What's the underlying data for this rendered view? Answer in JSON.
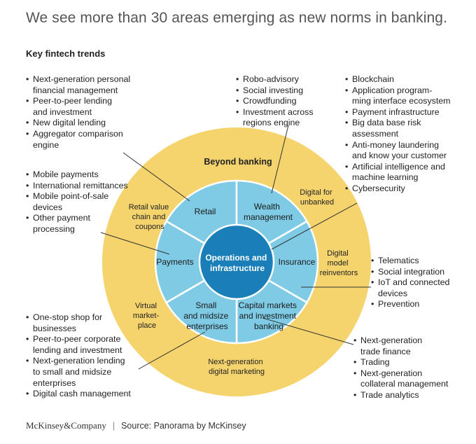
{
  "title": "We see more than 30 areas emerging as new norms in banking.",
  "subtitle": "Key fintech trends",
  "colors": {
    "outer_ring": "#f5d36d",
    "segments": "#7fcbe5",
    "center": "#1a7fb9",
    "lines": "#333333",
    "text": "#222222"
  },
  "diagram": {
    "outer_ring_label": "Beyond banking",
    "center": {
      "line1": "Operations and",
      "line2": "infrastructure"
    },
    "segments": {
      "retail": {
        "line1": "Retail"
      },
      "wealth": {
        "line1": "Wealth",
        "line2": "management"
      },
      "insurance": {
        "line1": "Insurance"
      },
      "capital": {
        "line1": "Capital markets",
        "line2": "and investment",
        "line3": "banking"
      },
      "sme": {
        "line1": "Small",
        "line2": "and midsize",
        "line3": "enterprises"
      },
      "payments": {
        "line1": "Payments"
      }
    },
    "ring_labels": {
      "retail_value": {
        "line1": "Retail value",
        "line2": "chain and",
        "line3": "coupons"
      },
      "digital_unbanked": {
        "line1": "Digital for",
        "line2": "unbanked"
      },
      "digital_model": {
        "line1": "Digital",
        "line2": "model",
        "line3": "reinventors"
      },
      "virtual_marketplace": {
        "line1": "Virtual",
        "line2": "market-",
        "line3": "place"
      },
      "next_gen_marketing": {
        "line1": "Next-generation",
        "line2": "digital marketing"
      }
    }
  },
  "lists": {
    "retail": [
      "Next-generation personal\nfinancial management",
      "Peer-to-peer lending\nand investment",
      "New digital lending",
      "Aggregator comparison\nengine"
    ],
    "wealth": [
      "Robo-advisory",
      "Social investing",
      "Crowdfunding",
      "Investment across\nregions engine"
    ],
    "operations": [
      "Blockchain",
      "Application program-\nming interface ecosystem",
      "Payment infrastructure",
      "Big data base risk\nassessment",
      "Anti-money laundering\nand know your customer",
      "Artificial intelligence and\nmachine learning",
      "Cybersecurity"
    ],
    "payments": [
      "Mobile payments",
      "International remittances",
      "Mobile point-of-sale\ndevices",
      "Other payment\nprocessing"
    ],
    "insurance": [
      "Telematics",
      "Social integration",
      "IoT and connected\ndevices",
      "Prevention"
    ],
    "sme": [
      "One-stop shop for\nbusinesses",
      "Peer-to-peer corporate\nlending and investment",
      "Next-generation lending\nto small and midsize\nenterprises",
      "Digital cash management"
    ],
    "capital": [
      "Next-generation\ntrade finance",
      "Trading",
      "Next-generation\ncollateral management",
      "Trade analytics"
    ]
  },
  "footer": {
    "brand": "McKinsey&Company",
    "separator": "|",
    "source": "Source: Panorama by McKinsey"
  }
}
